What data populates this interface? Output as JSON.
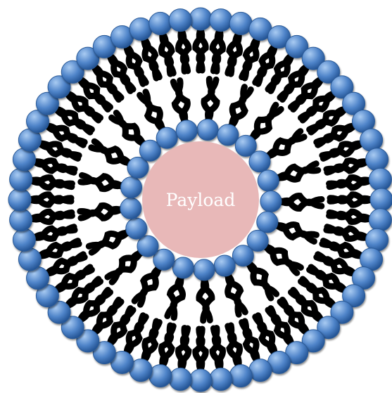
{
  "diagram": {
    "payload_label": "Payload",
    "outer_headgroup_count": 56,
    "inner_headgroup_count": 21,
    "colors": {
      "background": "#ffffff",
      "headgroup": "#4f84c9",
      "headgroup_highlight": "#a9cbf2",
      "headgroup_shadow": "#1f4f8f",
      "headgroup_outline": "#2b5a97",
      "lipid_tail": "#000000",
      "payload": "#e8b8b8"
    }
  }
}
